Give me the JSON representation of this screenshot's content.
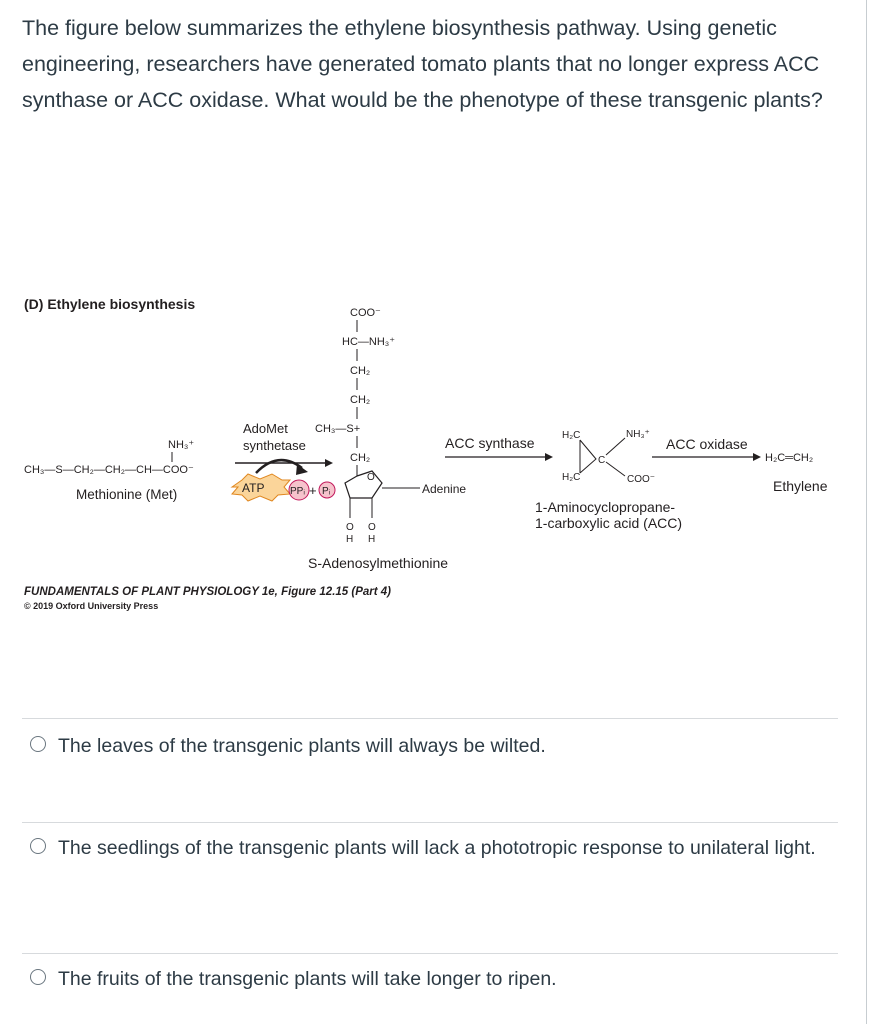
{
  "question": {
    "text": "The figure below summarizes the ethylene biosynthesis pathway. Using genetic engineering, researchers have generated tomato plants that no longer express ACC synthase or ACC oxidase. What would be the phenotype of these transgenic plants?"
  },
  "figure": {
    "panel_title": "(D) Ethylene biosynthesis",
    "met_nh3": "NH₃⁺",
    "met_chain": "CH₃—S—CH₂—CH₂—CH—COO⁻",
    "met_name": "Methionine (Met)",
    "adomet_label_1": "AdoMet",
    "adomet_label_2": "synthetase",
    "atp": "ATP",
    "ppi": "PPᵢ",
    "plus": "+",
    "pi": "Pᵢ",
    "sam_coo": "COO⁻",
    "sam_hc": "HC—NH₃⁺",
    "sam_ch2_a": "CH₂",
    "sam_ch2_b": "CH₂",
    "sam_ch3s": "CH₃—S+",
    "sam_ch2_c": "CH₂",
    "adenine": "Adenine",
    "sam_oh1": "O",
    "sam_h1": "H",
    "sam_oh2": "O",
    "sam_h2": "H",
    "sam_name": "S-Adenosylmethionine",
    "acc_synthase": "ACC synthase",
    "acc_h2c_top": "H₂C",
    "acc_h2c_bottom": "H₂C",
    "acc_c": "C",
    "acc_nh3": "NH₃⁺",
    "acc_coo": "COO⁻",
    "acc_name_1": "1-Aminocyclopropane-",
    "acc_name_2": "1-carboxylic acid (ACC)",
    "acc_oxidase": "ACC oxidase",
    "ethylene_formula": "H₂C═CH₂",
    "ethylene_name": "Ethylene",
    "credit_1": "FUNDAMENTALS OF PLANT PHYSIOLOGY 1e, Figure 12.15 (Part 4)",
    "credit_2": "© 2019 Oxford University Press"
  },
  "answers": [
    {
      "label": "The leaves of the transgenic plants will always be wilted."
    },
    {
      "label": "The seedlings of the transgenic plants will lack a phototropic response to unilateral light."
    },
    {
      "label": "The fruits of the transgenic plants will take longer to ripen."
    }
  ],
  "colors": {
    "text": "#2d3b45",
    "atp_fill": "#fbd59a",
    "atp_stroke": "#e0871f",
    "phosphate_fill": "#f6c3cc",
    "phosphate_stroke": "#c2185b"
  }
}
